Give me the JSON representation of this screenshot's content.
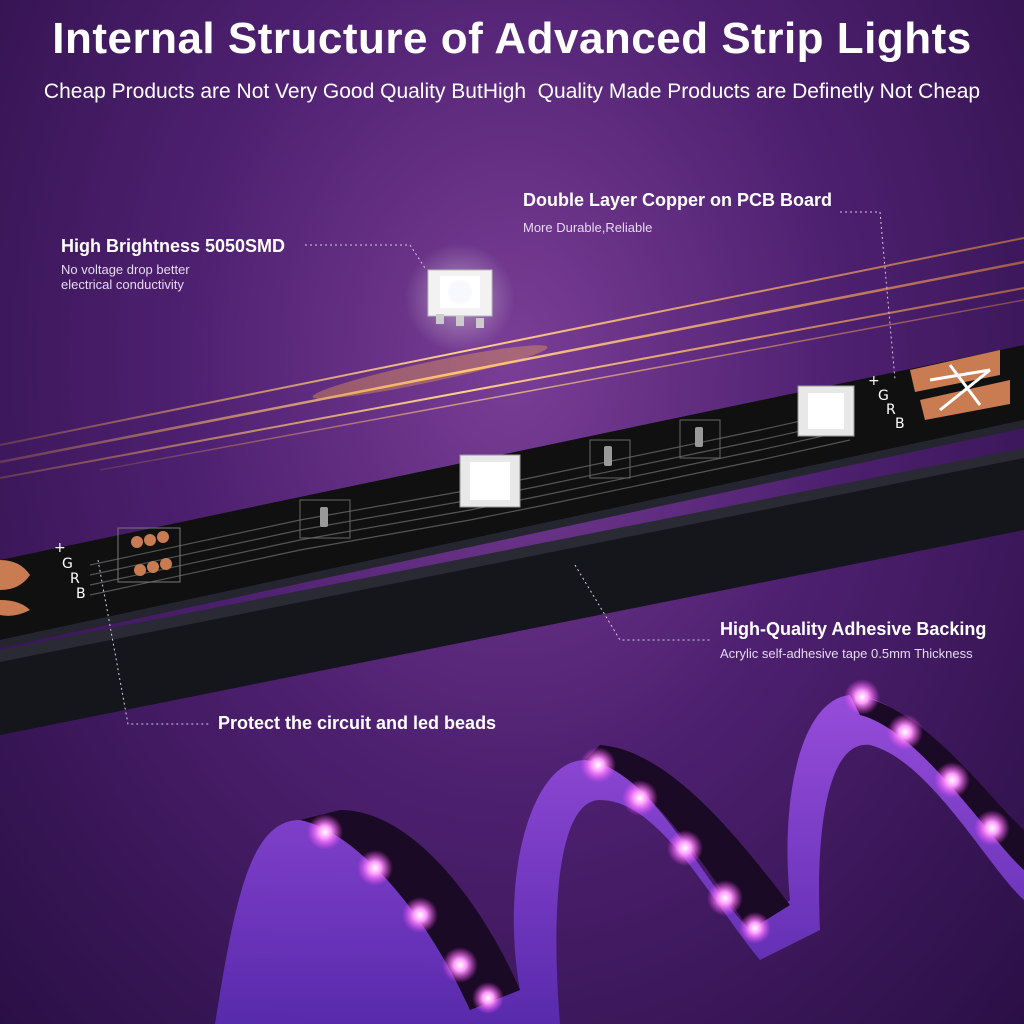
{
  "header": {
    "title": "Internal Structure of Advanced Strip Lights",
    "subtitle": "Cheap Products are Not Very Good Quality ButHigh  Quality Made Products are Definetly Not Cheap"
  },
  "callouts": {
    "brightness": {
      "heading": "High Brightness 5050SMD",
      "desc_line1": "No voltage drop better",
      "desc_line2": "electrical conductivity"
    },
    "copper": {
      "heading": "Double Layer Copper on PCB Board",
      "desc": "More Durable,Reliable"
    },
    "adhesive": {
      "heading": "High-Quality Adhesive Backing",
      "desc": "Acrylic self-adhesive tape 0.5mm Thickness"
    },
    "protect": {
      "heading": "Protect the circuit and led beads"
    }
  },
  "strip_markings": {
    "left_plus": "+",
    "left_g": "G",
    "left_r": "R",
    "left_b": "B",
    "right_plus": "+",
    "right_g": "G",
    "right_r": "R",
    "right_b": "B"
  },
  "colors": {
    "background": "#4e2070",
    "strip": "#111111",
    "copper": "#c97b52",
    "glow": "#ff66ff",
    "light_beam": "#ffb347"
  }
}
